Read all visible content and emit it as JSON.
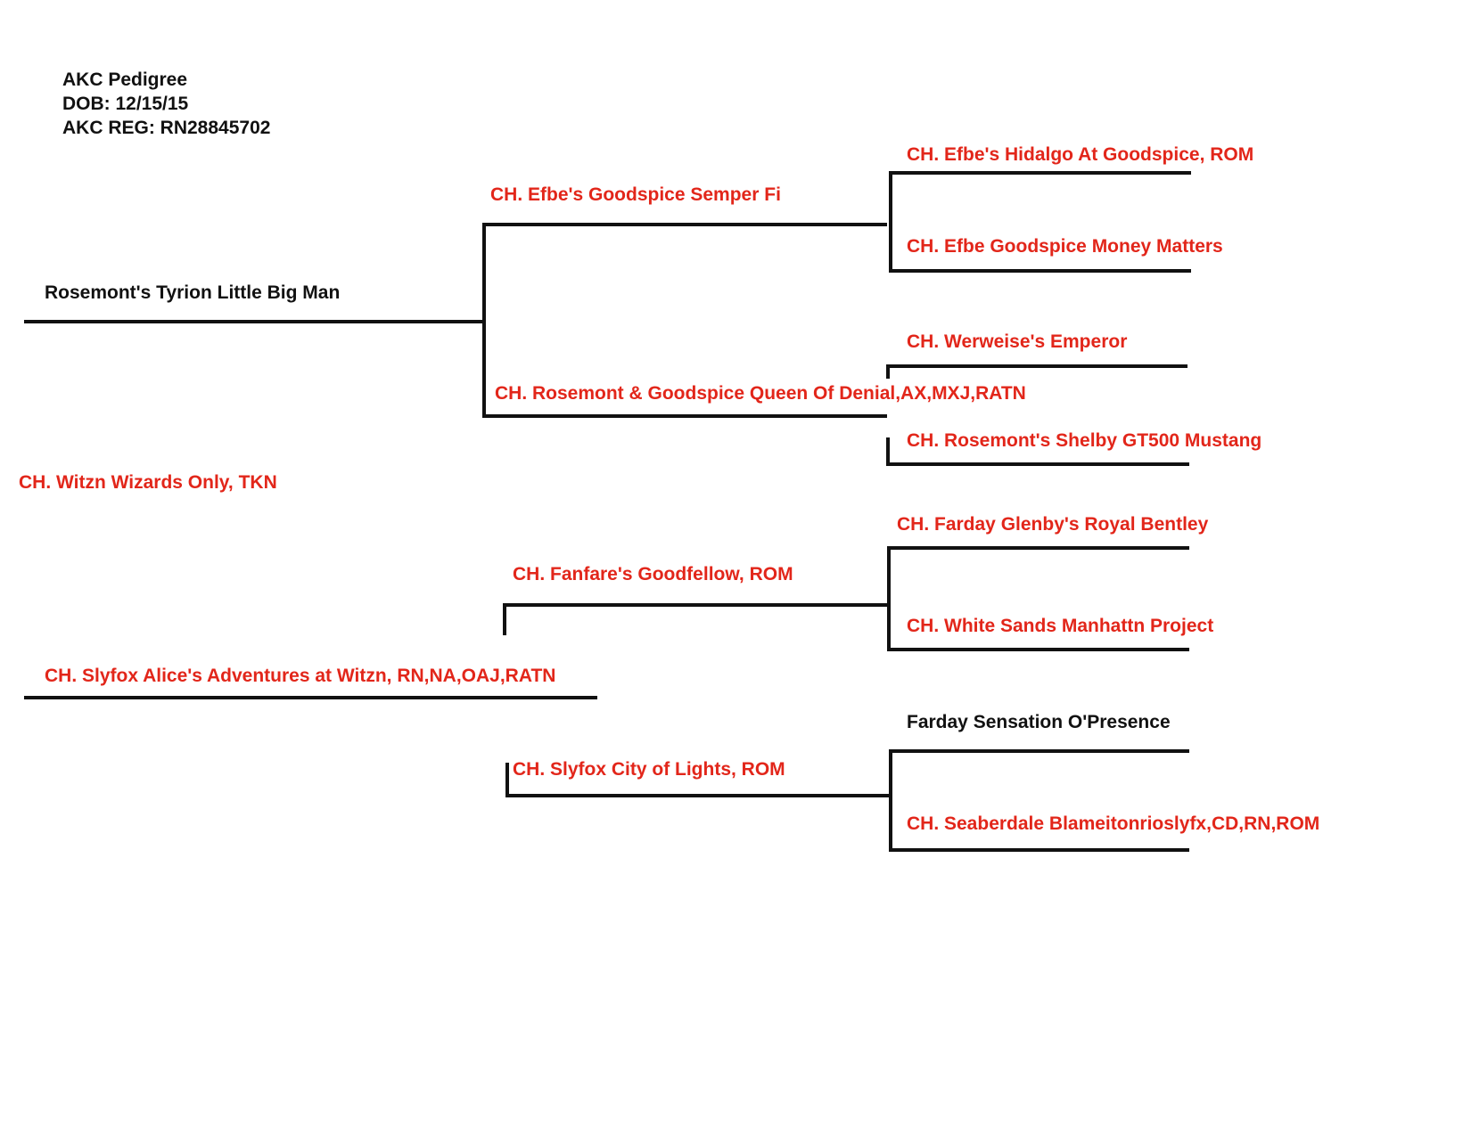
{
  "header": {
    "title": "AKC Pedigree",
    "dob": "DOB: 12/15/15",
    "reg": "AKC REG: RN28845702"
  },
  "colors": {
    "champion": "#e2261a",
    "non_champion": "#111111"
  },
  "pedigree": {
    "sire": {
      "name": "Rosemont's Tyrion Little Big Man",
      "sire": {
        "name": "CH. Efbe's Goodspice Semper Fi",
        "sire": "CH. Efbe's Hidalgo At Goodspice, ROM",
        "dam": "CH. Efbe Goodspice Money Matters"
      },
      "dam": {
        "name": "CH. Rosemont & Goodspice Queen Of Denial,AX,MXJ,RATN",
        "sire": "CH. Werweise's Emperor",
        "dam": "CH. Rosemont's Shelby GT500 Mustang"
      }
    },
    "unattached": "CH. Witzn Wizards Only, TKN",
    "dam": {
      "name": "CH. Slyfox Alice's Adventures at Witzn, RN,NA,OAJ,RATN",
      "sire": {
        "name": "CH. Fanfare's Goodfellow, ROM",
        "sire": "CH. Farday Glenby's Royal Bentley",
        "dam": "CH. White Sands Manhattn Project"
      },
      "dam": {
        "name": "CH. Slyfox City of Lights, ROM",
        "sire": "Farday Sensation O'Presence",
        "dam": "CH. Seaberdale Blameitonrioslyfx,CD,RN,ROM"
      }
    }
  }
}
